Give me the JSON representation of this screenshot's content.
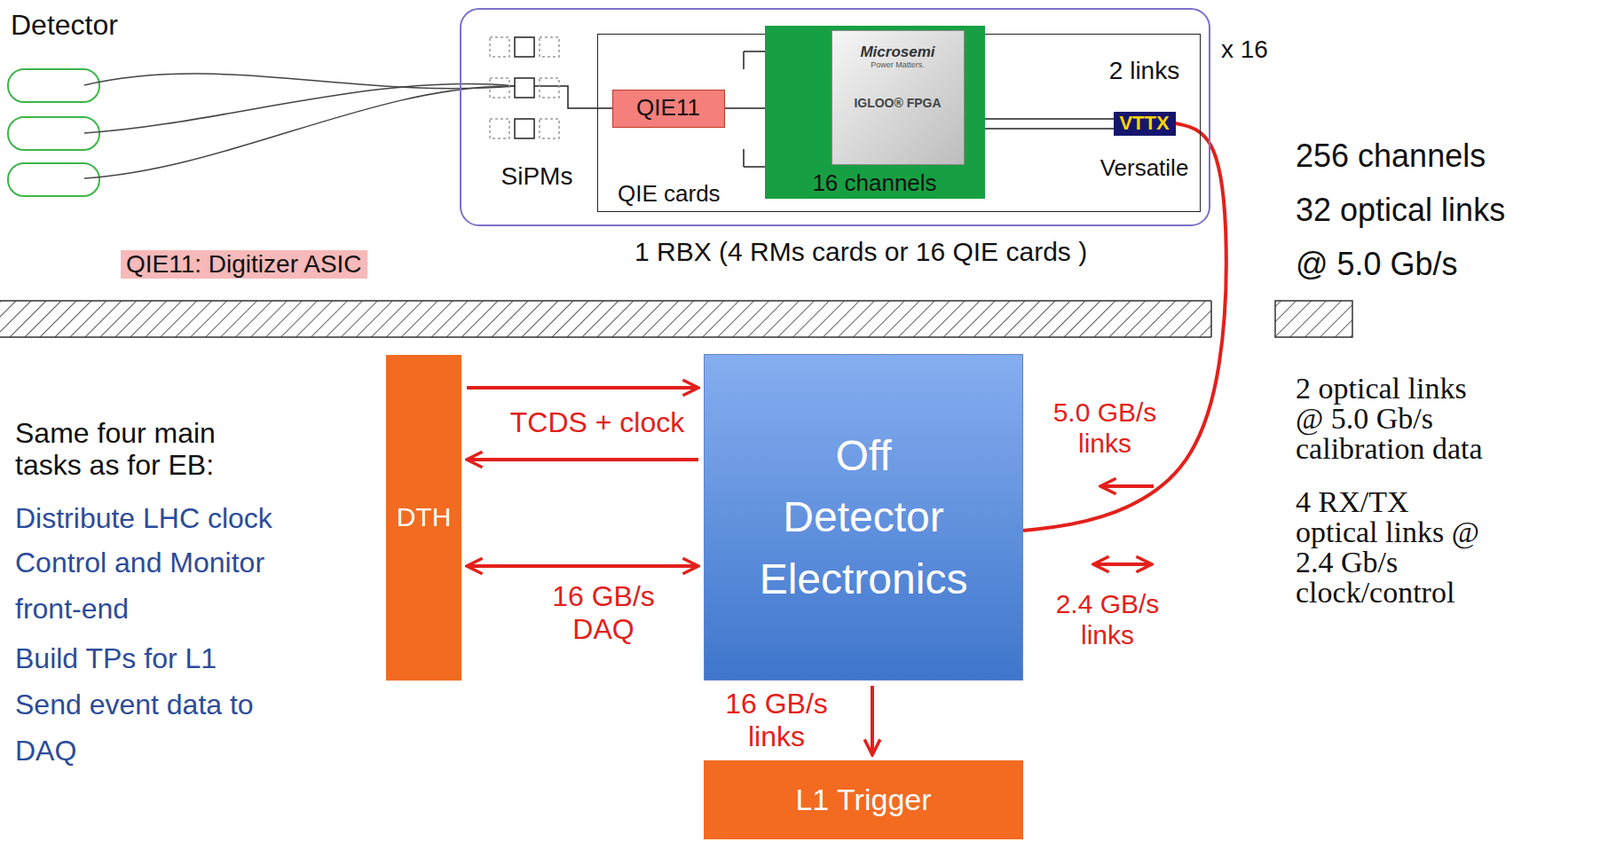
{
  "diagram": {
    "nodes": [
      {
        "text": [
          "1 RBX (4 RMs cards or 16 QIE cards )"
        ]
      },
      {
        "text": [
          "SiPMs"
        ],
        "in": 0
      },
      {
        "text": [
          "QIE cards"
        ],
        "in": 0
      },
      {
        "text": [
          "QIE11"
        ],
        "in": 2
      },
      {
        "text": [
          "16 channels"
        ],
        "in": 2
      },
      {
        "text": [
          "Microsemi",
          "Power Matters.",
          "IGLOO® FPGA"
        ],
        "in": 4
      },
      {
        "text": [
          "2 links",
          "VTTX",
          "Versatile"
        ],
        "in": 2
      },
      {
        "text": [
          "DTH"
        ]
      },
      {
        "text": [
          "Off Detector Electronics"
        ]
      },
      {
        "text": [
          "L1 Trigger"
        ]
      }
    ],
    "edges": [
      {
        "from": 7,
        "to": 8,
        "label": "TCDS + clock",
        "arrow": "to"
      },
      {
        "from": 8,
        "to": 7,
        "arrow": "to"
      },
      {
        "from": 7,
        "to": 8,
        "label": "16 GB/s DAQ",
        "arrow": "both"
      },
      {
        "from": 8,
        "to": 9,
        "label": "16 GB/s links",
        "arrow": "to"
      },
      {
        "from": 6,
        "to": 8,
        "arrow": "none"
      }
    ],
    "labels": [
      "Detector",
      "QIE11: Digitizer ASIC",
      "x 16",
      "256 channels",
      "32 optical links",
      "@ 5.0 Gb/s",
      "5.0 GB/s links",
      "2.4 GB/s links",
      "2 optical links",
      "@ 5.0 Gb/s",
      "calibration data",
      "4 RX/TX",
      "optical links @",
      "2.4 Gb/s",
      "clock/control",
      "Same four main",
      "tasks as for EB:",
      "Distribute LHC clock",
      "Control and Monitor",
      "front-end",
      "Build TPs for L1",
      "Send event data to",
      "DAQ"
    ]
  }
}
